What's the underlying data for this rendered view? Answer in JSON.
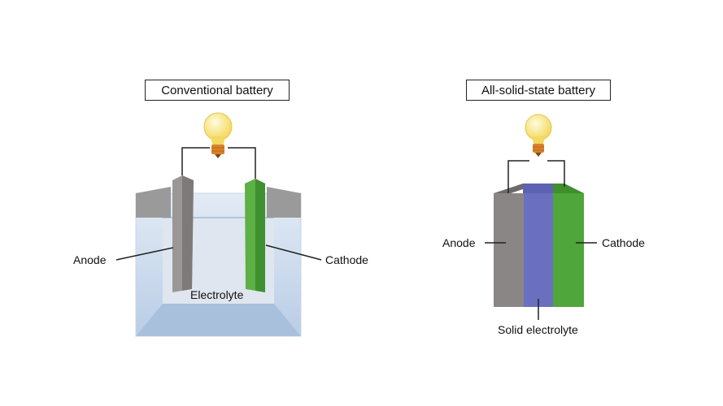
{
  "left_diagram": {
    "title": "Conventional battery",
    "anode_label": "Anode",
    "cathode_label": "Cathode",
    "electrolyte_label": "Electrolyte"
  },
  "right_diagram": {
    "title": "All-solid-state battery",
    "anode_label": "Anode",
    "cathode_label": "Cathode",
    "electrolyte_label": "Solid electrolyte"
  },
  "colors": {
    "anode": "#8a8686",
    "cathode": "#4fa63a",
    "solid_electrolyte": "#6a6fc0",
    "liquid": "#cfdcec",
    "bulb": "#f6e27a",
    "bulb_base": "#d9822b"
  },
  "icons": [
    "light-bulb-icon",
    "light-bulb-icon"
  ]
}
